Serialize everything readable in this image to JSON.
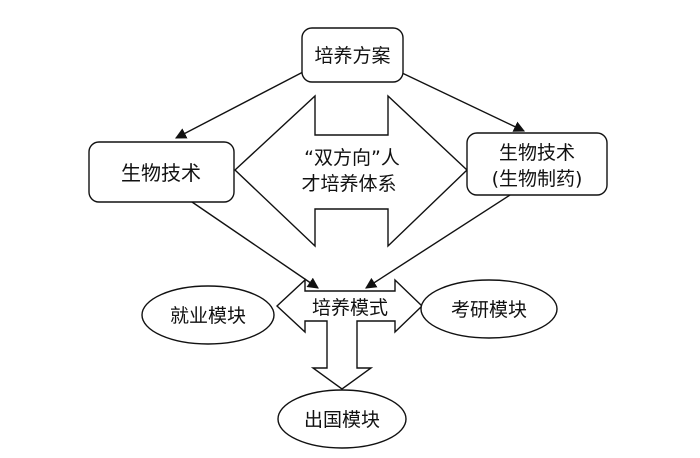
{
  "nodes": {
    "plan": "培养方案",
    "bio_tech": "生物技术",
    "bio_pharma_line1": "生物技术",
    "bio_pharma_line2": "(生物制药)",
    "system_line1": "“双方向”人",
    "system_line2": "才培养体系",
    "mode": "培养模式",
    "employment": "就业模块",
    "postgrad": "考研模块",
    "abroad": "出国模块"
  }
}
